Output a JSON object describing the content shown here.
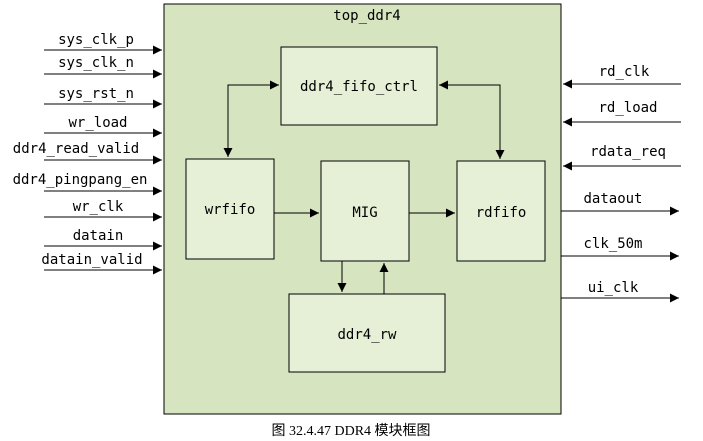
{
  "top_module": {
    "label": "top_ddr4"
  },
  "modules": {
    "fifo_ctrl": "ddr4_fifo_ctrl",
    "wrfifo": "wrfifo",
    "mig": "MIG",
    "rdfifo": "rdfifo",
    "rw": "ddr4_rw"
  },
  "inputs_left": [
    "sys_clk_p",
    "sys_clk_n",
    "sys_rst_n",
    "wr_load",
    "ddr4_read_valid",
    "ddr4_pingpang_en",
    "wr_clk",
    "datain",
    "datain_valid"
  ],
  "inputs_right": [
    "rd_clk",
    "rd_load",
    "rdata_req"
  ],
  "outputs_right": [
    "dataout",
    "clk_50m",
    "ui_clk"
  ],
  "caption": "图  32.4.47 DDR4 模块框图"
}
